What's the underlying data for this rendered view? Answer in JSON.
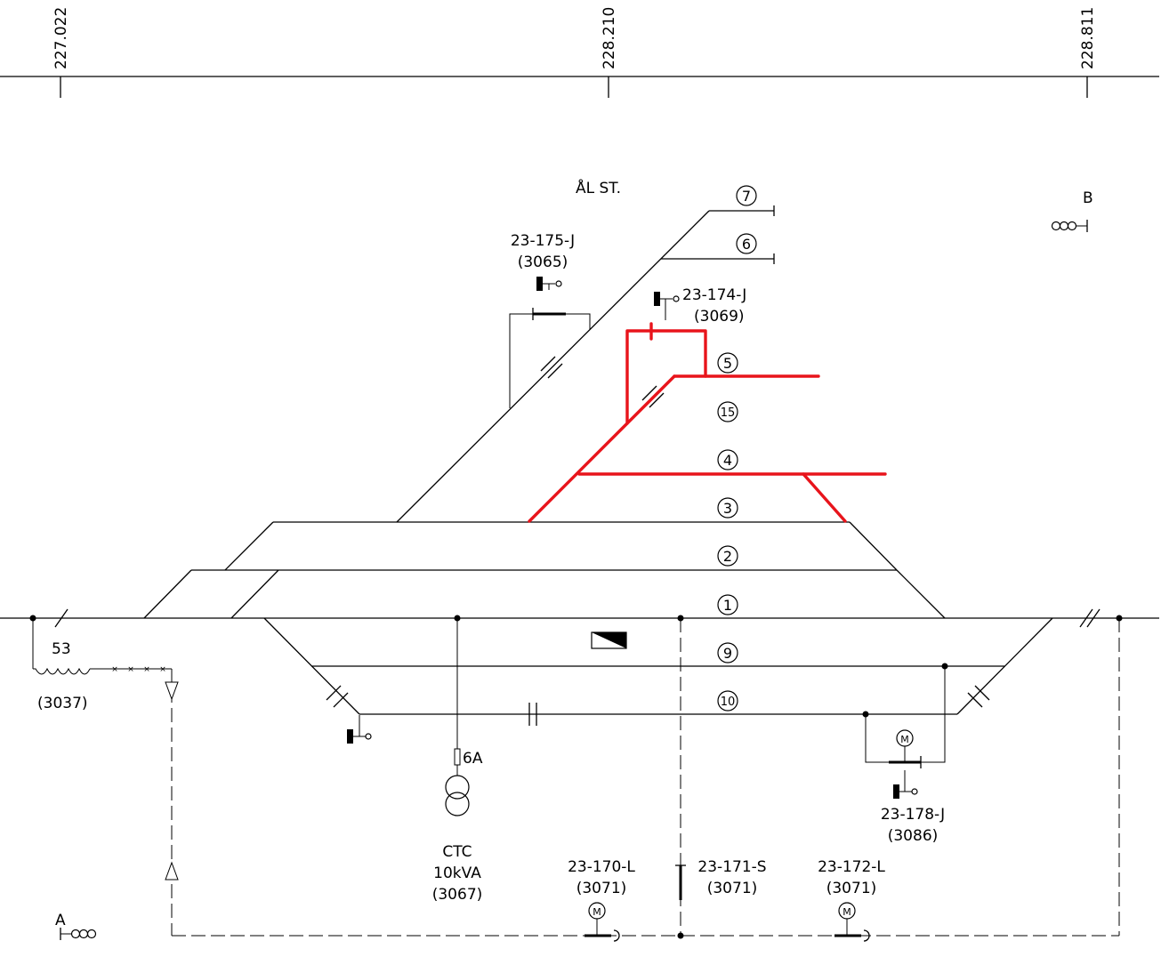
{
  "kilometers": [
    "227.022",
    "228.210",
    "228.811"
  ],
  "station": "ÅL ST.",
  "end_labels": {
    "a": "A",
    "b": "B"
  },
  "tracks": {
    "t7": "7",
    "t6": "6",
    "t5": "5",
    "t15": "15",
    "t4": "4",
    "t3": "3",
    "t2": "2",
    "t1": "1",
    "t9": "9",
    "t10": "10"
  },
  "signals": {
    "s175": {
      "id": "23-175-J",
      "ref": "(3065)"
    },
    "s174": {
      "id": "23-174-J",
      "ref": "(3069)"
    },
    "s178": {
      "id": "23-178-J",
      "ref": "(3086)"
    },
    "s170": {
      "id": "23-170-L",
      "ref": "(3071)"
    },
    "s171": {
      "id": "23-171-S",
      "ref": "(3071)"
    },
    "s172": {
      "id": "23-172-L",
      "ref": "(3071)"
    }
  },
  "coil": {
    "num": "53",
    "ref": "(3037)"
  },
  "fuse": "6A",
  "transformer": {
    "name": "CTC",
    "power": "10kVA",
    "ref": "(3067)"
  },
  "motor_symbol": "M",
  "cable_mark": "×"
}
